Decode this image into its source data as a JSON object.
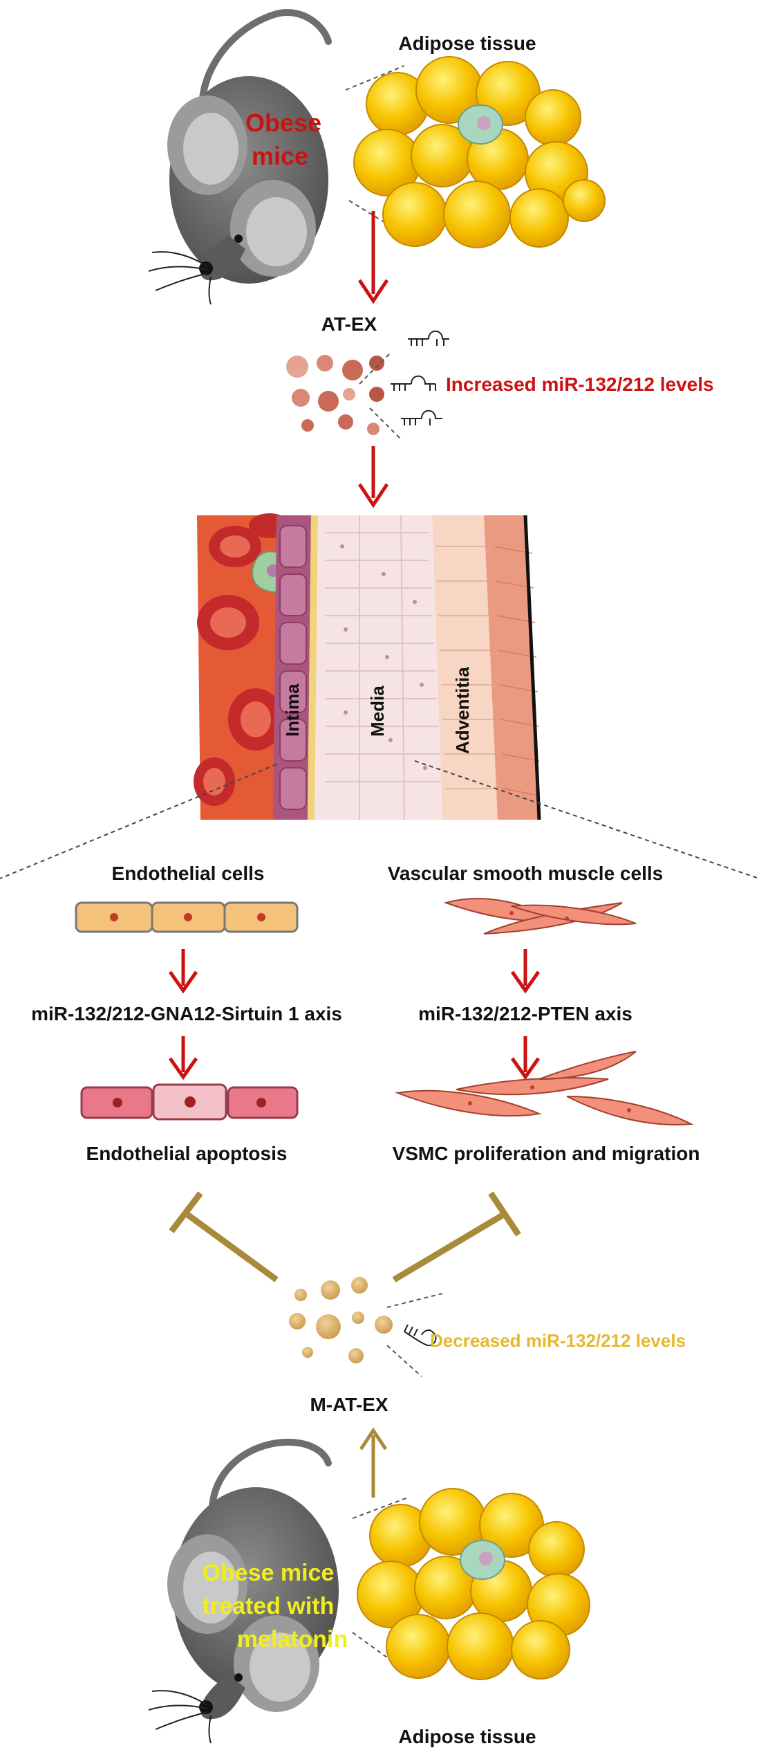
{
  "top": {
    "mouse_label_line1": "Obese",
    "mouse_label_line2": "mice",
    "tissue_label": "Adipose tissue"
  },
  "atex": {
    "label": "AT-EX",
    "mirna_label": "Increased miR-132/212 levels"
  },
  "vessel": {
    "layer_intima": "Intima",
    "layer_media": "Media",
    "layer_adventitia": "Adventitia"
  },
  "left_branch": {
    "title": "Endothelial cells",
    "axis": "miR-132/212-GNA12-Sirtuin 1 axis",
    "outcome": "Endothelial apoptosis"
  },
  "right_branch": {
    "title": "Vascular smooth muscle cells",
    "axis": "miR-132/212-PTEN axis",
    "outcome": "VSMC proliferation and migration"
  },
  "matex": {
    "label": "M-AT-EX",
    "mirna_label": "Decreased miR-132/212 levels"
  },
  "bottom": {
    "mouse_label_line1": "Obese mice",
    "mouse_label_line2": "treated with",
    "mouse_label_line3": "melatonin",
    "tissue_label": "Adipose tissue"
  },
  "colors": {
    "red": "#cc1111",
    "gold": "#a88a3a",
    "decreased_text": "#e6b830",
    "yellow_text": "#f2ee1a",
    "fat": "#f7c400",
    "mouse_body": "#6e6e6e"
  }
}
